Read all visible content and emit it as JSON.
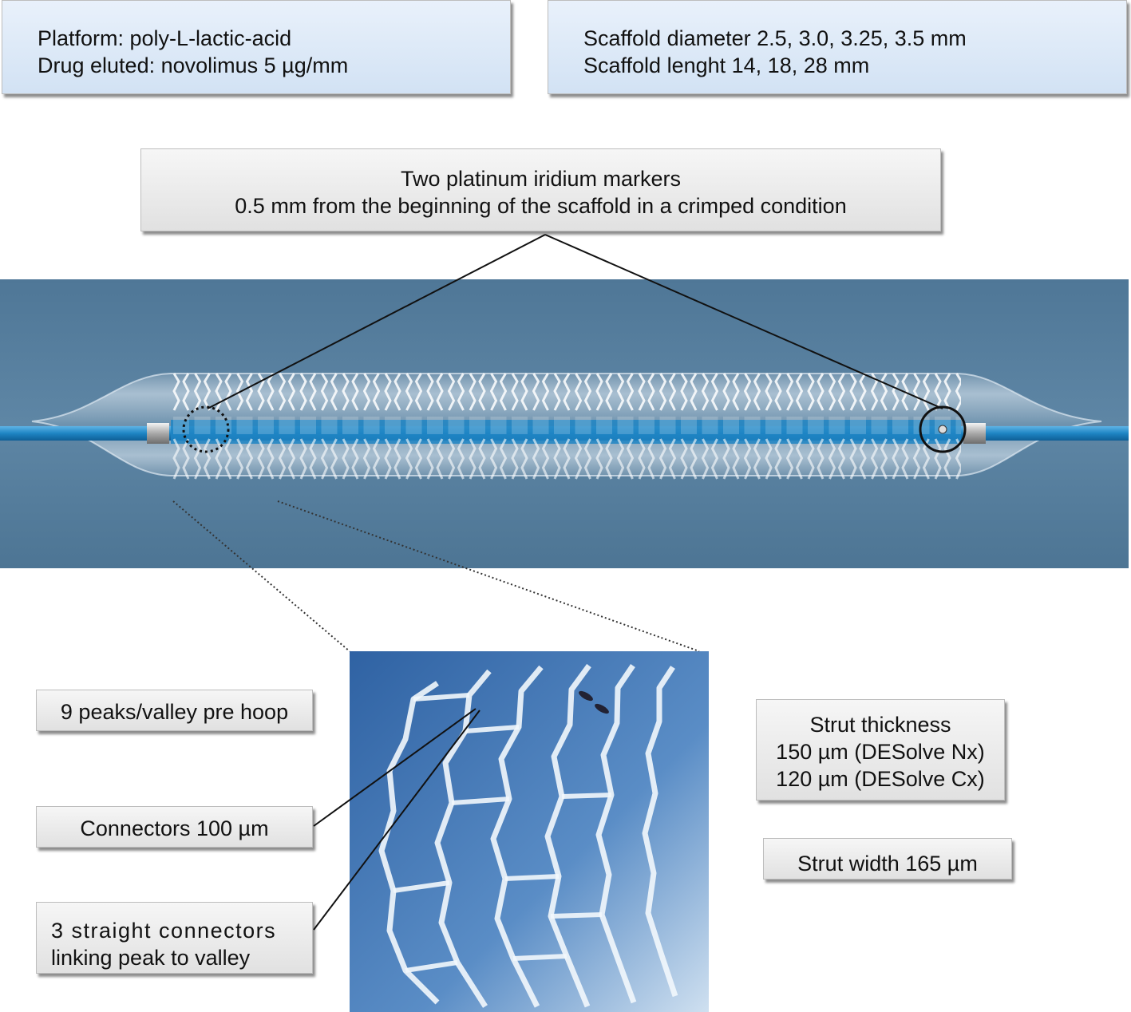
{
  "spec_boxes": {
    "platform": {
      "line1": "Platform: poly-L-lactic-acid",
      "line2": "Drug eluted: novolimus 5 µg/mm"
    },
    "scaffold": {
      "line1": "Scaffold diameter 2.5, 3.0, 3.25, 3.5 mm",
      "line2": "Scaffold lenght 14, 18, 28 mm"
    },
    "markers": {
      "line1": "Two platinum iridium markers",
      "line2": "0.5 mm from the beginning of the scaffold in a crimped condition"
    },
    "peaks": {
      "text": "9 peaks/valley pre hoop"
    },
    "connectors": {
      "text": "Connectors 100 µm"
    },
    "straight_connectors": {
      "line1": "3 straight connectors",
      "line2": "linking peak to valley"
    },
    "strut_thickness": {
      "line1": "Strut thickness",
      "line2": "150 µm (DESolve Nx)",
      "line3": "120 µm (DESolve Cx)"
    },
    "strut_width": {
      "text": "Strut width 165 µm"
    }
  },
  "colors": {
    "photo_background": "#547b9a",
    "catheter_blue": "#1e85c4",
    "closeup_background": "#3c6fae",
    "blue_box": "#dce8f6",
    "grey_box": "#e8e8e8"
  }
}
